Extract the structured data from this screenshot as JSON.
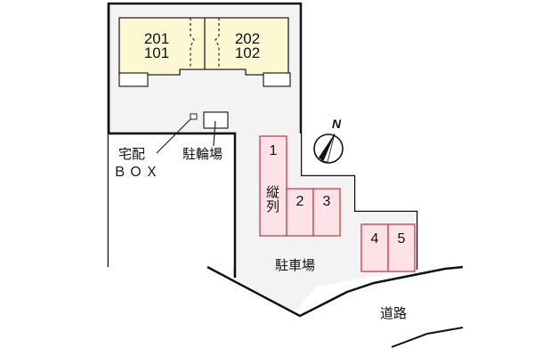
{
  "map": {
    "colors": {
      "lot_fill": "#f3f3f3",
      "lot_stroke": "#111111",
      "building_fill": "#fbf8d2",
      "parking_fill": "#fde3e8",
      "parking_stroke": "#c94a5a",
      "background": "#ffffff"
    },
    "building": {
      "units_left": {
        "upper": "201",
        "lower": "101"
      },
      "units_right": {
        "upper": "202",
        "lower": "102"
      }
    },
    "labels": {
      "delivery_box_line1": "宅配",
      "delivery_box_line2": "ＢＯＸ",
      "bicycle_parking": "駐輪場",
      "parking_lot": "駐車場",
      "road": "道路",
      "tandem": "縦列"
    },
    "compass": {
      "north_label": "N"
    },
    "parking_spaces": [
      {
        "number": "1",
        "note": "縦列"
      },
      {
        "number": "2"
      },
      {
        "number": "3"
      },
      {
        "number": "4"
      },
      {
        "number": "5"
      }
    ]
  }
}
